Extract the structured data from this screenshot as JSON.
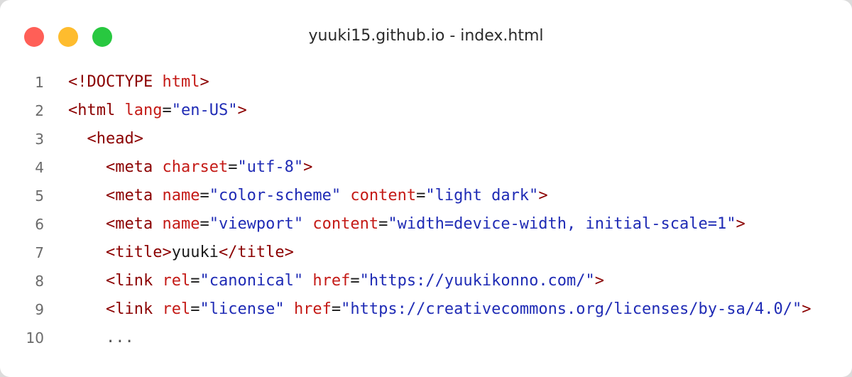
{
  "window": {
    "title": "yuuki15.github.io - index.html",
    "traffic_lights": [
      {
        "name": "close",
        "color": "#ff5f57"
      },
      {
        "name": "minimize",
        "color": "#febc2e"
      },
      {
        "name": "zoom",
        "color": "#28c840"
      }
    ]
  },
  "colors": {
    "tag": "#8b0000",
    "attribute": "#c41a16",
    "string": "#1f2bb5",
    "text": "#1a1a1a",
    "line_number": "#6a6a6a"
  },
  "code": {
    "lines": [
      {
        "number": "1",
        "indent": "",
        "tokens": [
          {
            "t": "tag",
            "v": "<!DOCTYPE "
          },
          {
            "t": "attr",
            "v": "html"
          },
          {
            "t": "tag",
            "v": ">"
          }
        ]
      },
      {
        "number": "2",
        "indent": "",
        "tokens": [
          {
            "t": "tag",
            "v": "<html "
          },
          {
            "t": "attr",
            "v": "lang"
          },
          {
            "t": "plain",
            "v": "="
          },
          {
            "t": "str",
            "v": "\"en-US\""
          },
          {
            "t": "tag",
            "v": ">"
          }
        ]
      },
      {
        "number": "3",
        "indent": "  ",
        "tokens": [
          {
            "t": "tag",
            "v": "<head>"
          }
        ]
      },
      {
        "number": "4",
        "indent": "    ",
        "tokens": [
          {
            "t": "tag",
            "v": "<meta "
          },
          {
            "t": "attr",
            "v": "charset"
          },
          {
            "t": "plain",
            "v": "="
          },
          {
            "t": "str",
            "v": "\"utf-8\""
          },
          {
            "t": "tag",
            "v": ">"
          }
        ]
      },
      {
        "number": "5",
        "indent": "    ",
        "tokens": [
          {
            "t": "tag",
            "v": "<meta "
          },
          {
            "t": "attr",
            "v": "name"
          },
          {
            "t": "plain",
            "v": "="
          },
          {
            "t": "str",
            "v": "\"color-scheme\""
          },
          {
            "t": "plain",
            "v": " "
          },
          {
            "t": "attr",
            "v": "content"
          },
          {
            "t": "plain",
            "v": "="
          },
          {
            "t": "str",
            "v": "\"light dark\""
          },
          {
            "t": "tag",
            "v": ">"
          }
        ]
      },
      {
        "number": "6",
        "indent": "    ",
        "tokens": [
          {
            "t": "tag",
            "v": "<meta "
          },
          {
            "t": "attr",
            "v": "name"
          },
          {
            "t": "plain",
            "v": "="
          },
          {
            "t": "str",
            "v": "\"viewport\""
          },
          {
            "t": "plain",
            "v": " "
          },
          {
            "t": "attr",
            "v": "content"
          },
          {
            "t": "plain",
            "v": "="
          },
          {
            "t": "str",
            "v": "\"width=device-width, initial-scale=1\""
          },
          {
            "t": "tag",
            "v": ">"
          }
        ]
      },
      {
        "number": "7",
        "indent": "    ",
        "tokens": [
          {
            "t": "tag",
            "v": "<title>"
          },
          {
            "t": "plain",
            "v": "yuuki"
          },
          {
            "t": "tag",
            "v": "</title>"
          }
        ]
      },
      {
        "number": "8",
        "indent": "    ",
        "tokens": [
          {
            "t": "tag",
            "v": "<link "
          },
          {
            "t": "attr",
            "v": "rel"
          },
          {
            "t": "plain",
            "v": "="
          },
          {
            "t": "str",
            "v": "\"canonical\""
          },
          {
            "t": "plain",
            "v": " "
          },
          {
            "t": "attr",
            "v": "href"
          },
          {
            "t": "plain",
            "v": "="
          },
          {
            "t": "str",
            "v": "\"https://yuukikonno.com/\""
          },
          {
            "t": "tag",
            "v": ">"
          }
        ]
      },
      {
        "number": "9",
        "indent": "    ",
        "tokens": [
          {
            "t": "tag",
            "v": "<link "
          },
          {
            "t": "attr",
            "v": "rel"
          },
          {
            "t": "plain",
            "v": "="
          },
          {
            "t": "str",
            "v": "\"license\""
          },
          {
            "t": "plain",
            "v": " "
          },
          {
            "t": "attr",
            "v": "href"
          },
          {
            "t": "plain",
            "v": "="
          },
          {
            "t": "str",
            "v": "\"https://creativecommons.org/licenses/by-sa/4.0/\""
          },
          {
            "t": "tag",
            "v": ">"
          }
        ]
      },
      {
        "number": "10",
        "indent": "    ",
        "tokens": [
          {
            "t": "ellipsis",
            "v": "..."
          }
        ]
      }
    ]
  }
}
